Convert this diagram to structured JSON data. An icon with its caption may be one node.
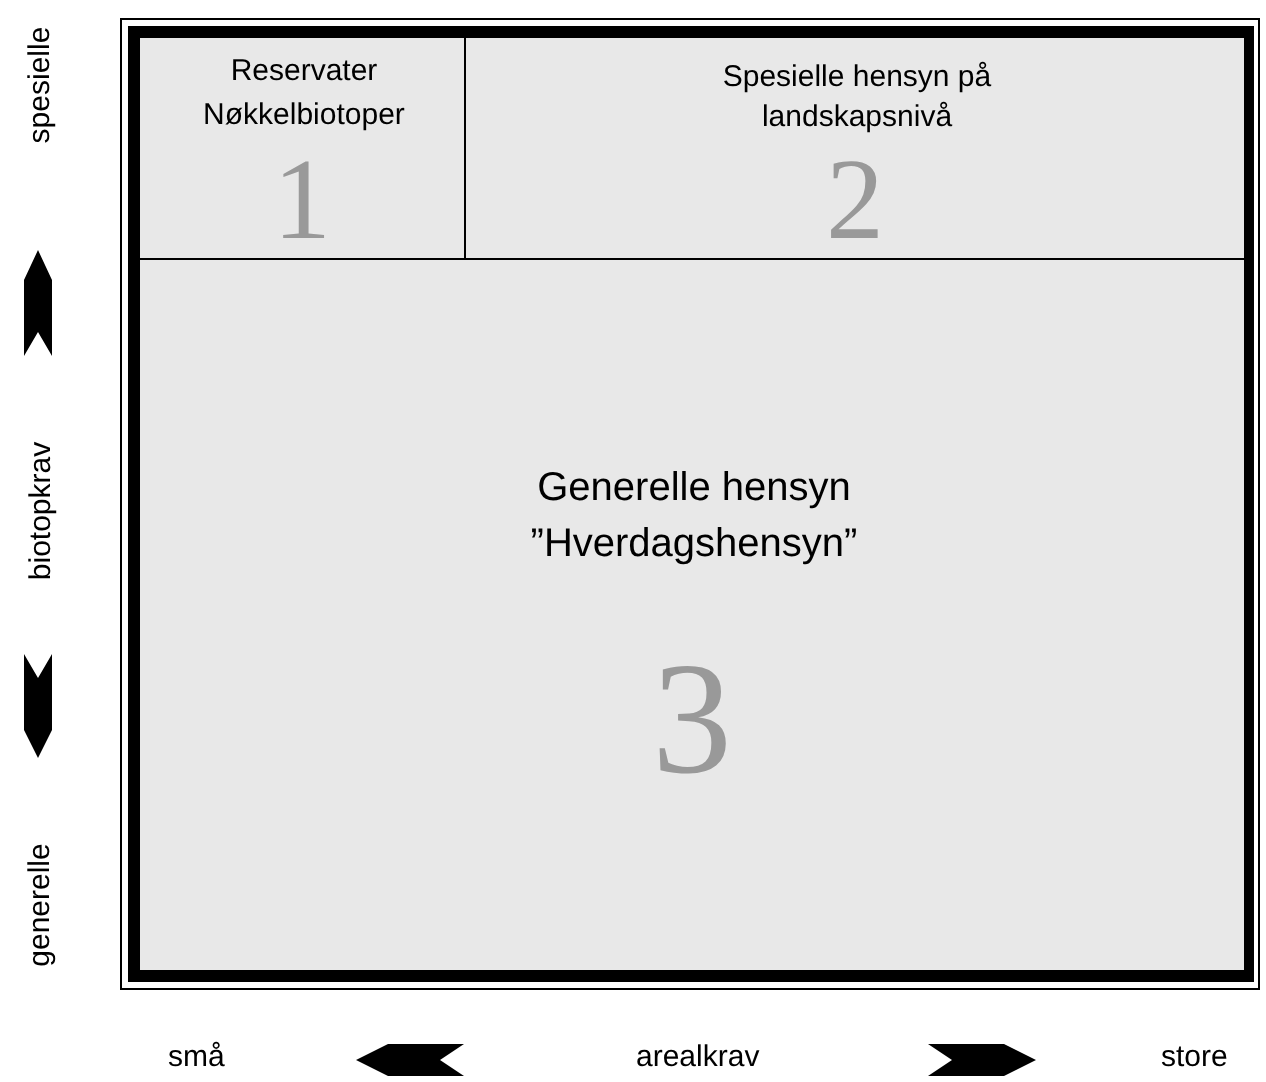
{
  "diagram": {
    "nodes": [
      {
        "text": [
          "Reservater Nøkkelbiotoper",
          "1"
        ]
      },
      {
        "text": [
          "Spesielle hensyn på landskapsnivå",
          "2"
        ]
      },
      {
        "text": [
          "Generelle hensyn ”Hverdagshensyn”",
          "3"
        ]
      }
    ],
    "labels": [
      "spesielle",
      "biotopkrav",
      "generelle",
      "små",
      "arealkrav",
      "store"
    ]
  }
}
